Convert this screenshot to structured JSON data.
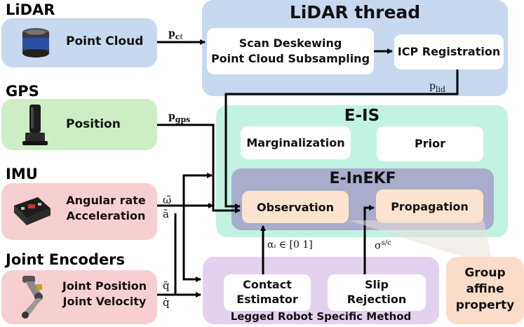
{
  "sensors": {
    "lidar": {
      "caption": "LiDAR",
      "label": "Point Cloud",
      "icon": "lidar-sensor-icon"
    },
    "gps": {
      "caption": "GPS",
      "label": "Position",
      "icon": "gps-receiver-icon"
    },
    "imu": {
      "caption": "IMU",
      "label_line1": "Angular rate",
      "label_line2": "Acceleration",
      "icon": "imu-board-icon"
    },
    "joint": {
      "caption": "Joint Encoders",
      "label_line1": "Joint Position",
      "label_line2": "Joint Velocity",
      "icon": "robot-leg-icon"
    }
  },
  "lidar_thread": {
    "title": "LiDAR thread",
    "deskew_line1": "Scan Deskewing",
    "deskew_line2": "Point Cloud Subsampling",
    "icp": "ICP Registration"
  },
  "eis": {
    "title": "E-IS",
    "marginalization": "Marginalization",
    "prior": "Prior"
  },
  "einekf": {
    "title": "E-InEKF",
    "observation": "Observation",
    "propagation": "Propagation"
  },
  "legged": {
    "title": "Legged Robot Specific Method",
    "contact_line1": "Contact",
    "contact_line2": "Estimator",
    "slip_line1": "Slip",
    "slip_line2": "Rejection"
  },
  "group_affine": {
    "line1": "Group",
    "line2": "affine",
    "line3": "property"
  },
  "signals": {
    "p_cl": "p",
    "p_cl_sub": "cℓ",
    "p_lid": "p",
    "p_lid_sub": "lid",
    "p_gps": "p",
    "p_gps_sub": "gps",
    "omega": "ω̃",
    "accel": "ã",
    "q": "q̃",
    "qdot": "q̇",
    "alpha": "αᵢ ∈ [0 1]",
    "sigma": "σ",
    "sigma_sup": "s/c"
  },
  "colors": {
    "lidar_panel": "#c8d8ee",
    "gps_panel": "#cdeec4",
    "imu_panel": "#f8cfd0",
    "joint_panel": "#f8cfd0",
    "eis_panel": "#c2f2e2",
    "einekf_panel": "#a9acca",
    "legged_panel": "#e3d2ee",
    "inner_peach": "#fbe3cf",
    "group_panel": "#fbdcc8"
  }
}
